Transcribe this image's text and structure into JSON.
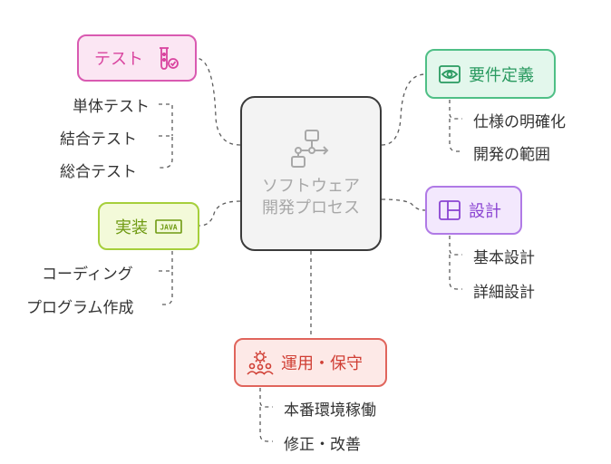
{
  "center": {
    "label": "ソフトウェア開発プロセス",
    "icon": "flowchart-icon"
  },
  "branches": {
    "test": {
      "label": "テスト",
      "icon": "test-tube-icon",
      "colors": {
        "fill": "#fbe6f3",
        "stroke": "#d95ab1",
        "text": "#d9449f"
      },
      "items": [
        "単体テスト",
        "結合テスト",
        "総合テスト"
      ]
    },
    "requirements": {
      "label": "要件定義",
      "icon": "eye-icon",
      "colors": {
        "fill": "#e3f7ec",
        "stroke": "#4fbf86",
        "text": "#2a9a60"
      },
      "items": [
        "仕様の明確化",
        "開発の範囲"
      ]
    },
    "implementation": {
      "label": "実装",
      "icon": "java-icon",
      "colors": {
        "fill": "#f3fad9",
        "stroke": "#a6cf3b",
        "text": "#6f9a12"
      },
      "items": [
        "コーディング",
        "プログラム作成"
      ]
    },
    "design": {
      "label": "設計",
      "icon": "layout-icon",
      "colors": {
        "fill": "#f3e8fd",
        "stroke": "#b07ae6",
        "text": "#8a44d2"
      },
      "items": [
        "基本設計",
        "詳細設計"
      ]
    },
    "operations": {
      "label": "運用・保守",
      "icon": "team-gear-icon",
      "colors": {
        "fill": "#fde9e7",
        "stroke": "#e0655c",
        "text": "#d03f35"
      },
      "items": [
        "本番環境稼働",
        "修正・改善"
      ]
    }
  },
  "connector_color": "#5c5c5c"
}
